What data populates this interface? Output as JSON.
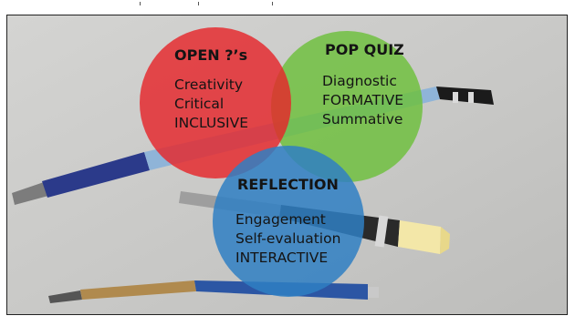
{
  "circles": [
    {
      "id": "open",
      "title": "OPEN ?’s",
      "items": [
        "Creativity",
        "Critical",
        "INCLUSIVE"
      ],
      "color": "#e5262b"
    },
    {
      "id": "popquiz",
      "title": "POP QUIZ",
      "items": [
        "Diagnostic",
        "FORMATIVE",
        "Summative"
      ],
      "color": "#6cbf3a"
    },
    {
      "id": "reflection",
      "title": "REFLECTION",
      "items": [
        "Engagement",
        "Self-evaluation",
        "INTERACTIVE"
      ],
      "color": "#2f7fc3"
    }
  ]
}
